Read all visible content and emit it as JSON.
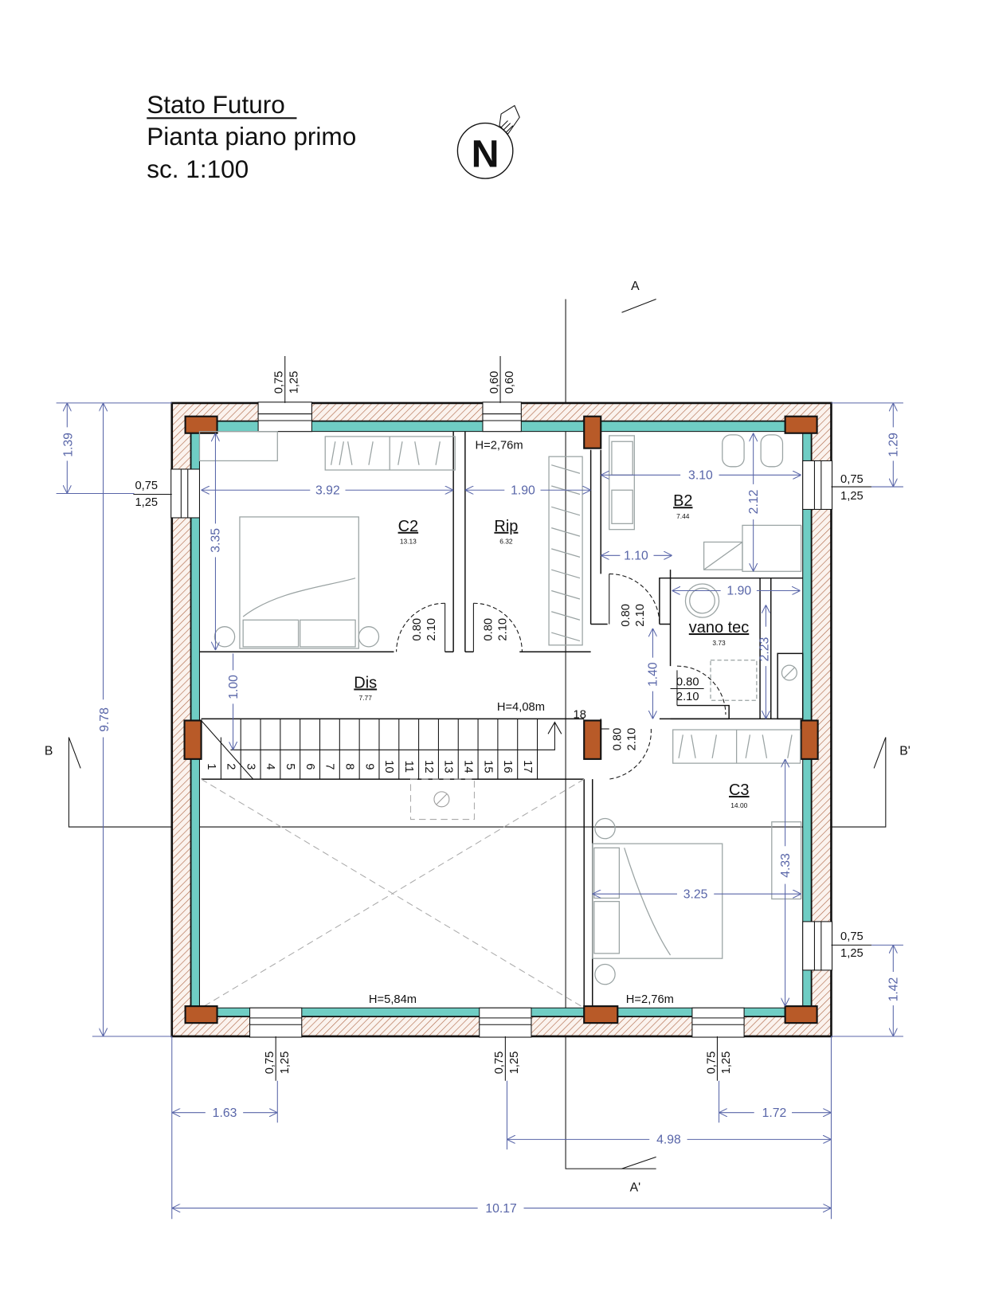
{
  "title": {
    "line1": "Stato Futuro",
    "line2": "Pianta piano primo",
    "scale": "sc. 1:100",
    "north": "N"
  },
  "sections": {
    "a_top": "A",
    "a_bottom": "A'",
    "b_left": "B",
    "b_right": "B'"
  },
  "rooms": {
    "c2": {
      "name": "C2",
      "area": "13.13"
    },
    "rip": {
      "name": "Rip",
      "area": "6.32"
    },
    "b2": {
      "name": "B2",
      "area": "7.44"
    },
    "vano": {
      "name": "vano tec",
      "area": "3.73"
    },
    "dis": {
      "name": "Dis",
      "area": "7.77"
    },
    "c3": {
      "name": "C3",
      "area": "14.00"
    }
  },
  "heights": {
    "rip": "H=2,76m",
    "stair": "H=4,08m",
    "void": "H=5,84m",
    "c3": "H=2,76m"
  },
  "interior_dims": {
    "c2_width": "3.92",
    "rip_width": "1.90",
    "c2_depth": "3.35",
    "dis_depth": "1.00",
    "b2_width": "3.10",
    "b2_depth": "2.12",
    "b2_passage": "1.10",
    "vano_width": "1.90",
    "vano_depth": "2.23",
    "dis_b2": "1.40",
    "c3_width": "3.25",
    "c3_depth": "4.33"
  },
  "doors": {
    "c2": {
      "w": "0.80",
      "h": "2.10"
    },
    "rip": {
      "w": "0.80",
      "h": "2.10"
    },
    "b2": {
      "w": "0.80",
      "h": "2.10"
    },
    "vano": {
      "w": "0.80",
      "h": "2.10"
    },
    "c3": {
      "w": "0.80",
      "h": "2.10"
    }
  },
  "windows": {
    "top_c2": {
      "sill": "0,75",
      "h": "1,25"
    },
    "top_rip": {
      "sill": "0,60",
      "h": "0,60"
    },
    "left_c2": {
      "sill": "0,75",
      "h": "1,25"
    },
    "right_b2": {
      "sill": "0,75",
      "h": "1,25"
    },
    "right_c3": {
      "sill": "0,75",
      "h": "1,25"
    },
    "bottom_1": {
      "sill": "0,75",
      "h": "1,25"
    },
    "bottom_2": {
      "sill": "0,75",
      "h": "1,25"
    },
    "bottom_3": {
      "sill": "0,75",
      "h": "1,25"
    }
  },
  "exterior_dims": {
    "left_top": "1.39",
    "left_total": "9.78",
    "right_top": "1.29",
    "right_bottom": "1.42",
    "bottom_left": "1.63",
    "bottom_right": "1.72",
    "bottom_mid": "4.98",
    "total": "10.17"
  },
  "stair": {
    "steps": [
      "1",
      "2",
      "3",
      "4",
      "5",
      "6",
      "7",
      "8",
      "9",
      "10",
      "11",
      "12",
      "13",
      "14",
      "15",
      "16",
      "17"
    ],
    "landing": "18"
  },
  "colors": {
    "wall_finish": "#6fcdc4",
    "column": "#b85a28",
    "dimension": "#5865a8",
    "hatch": "#b06a4a"
  }
}
